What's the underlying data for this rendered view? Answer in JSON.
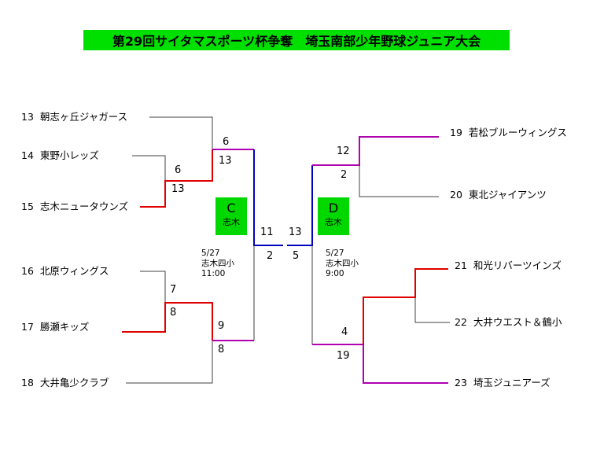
{
  "title": "第29回サイタマスポーツ杯争奪　埼玉南部少年野球ジュニア大会",
  "teams": [
    {
      "seed": "13",
      "name": "朝志ヶ丘ジャガース"
    },
    {
      "seed": "14",
      "name": "東野小レッズ"
    },
    {
      "seed": "15",
      "name": "志木ニュータウンズ"
    },
    {
      "seed": "16",
      "name": "北原ウィングス"
    },
    {
      "seed": "17",
      "name": "勝瀬キッズ"
    },
    {
      "seed": "18",
      "name": "大井亀少クラブ"
    },
    {
      "seed": "19",
      "name": "若松ブルーウィングス"
    },
    {
      "seed": "20",
      "name": "東北ジャイアンツ"
    },
    {
      "seed": "21",
      "name": "和光リバーツインズ"
    },
    {
      "seed": "22",
      "name": "大井ウエスト＆鶴小"
    },
    {
      "seed": "23",
      "name": "埼玉ジュニアーズ"
    }
  ],
  "scores": {
    "m14_15_top": "6",
    "m14_15_bot": "13",
    "c_semi_top_a": "6",
    "c_semi_top_b": "13",
    "m16_17_top": "7",
    "m16_17_bot": "8",
    "c_semi_bot_a": "9",
    "c_semi_bot_b": "8",
    "c_final_a": "11",
    "c_final_b": "2",
    "d_final_a": "13",
    "d_final_b": "5",
    "m19_20_a": "12",
    "m19_20_b": "2",
    "d_semi_bot_a": "4",
    "d_semi_bot_b": "19"
  },
  "venues": [
    {
      "letter": "C",
      "place": "志木",
      "date": "5/27",
      "site": "志木四小",
      "time": "11:00"
    },
    {
      "letter": "D",
      "place": "志木",
      "date": "5/27",
      "site": "志木四小",
      "time": "9:00"
    }
  ],
  "colors": {
    "title_bg": "#00e000",
    "venue_bg": "#00d800",
    "loser_line": "#404040",
    "red": "#e00000",
    "purple": "#b000b0",
    "blue": "#0000c0"
  }
}
